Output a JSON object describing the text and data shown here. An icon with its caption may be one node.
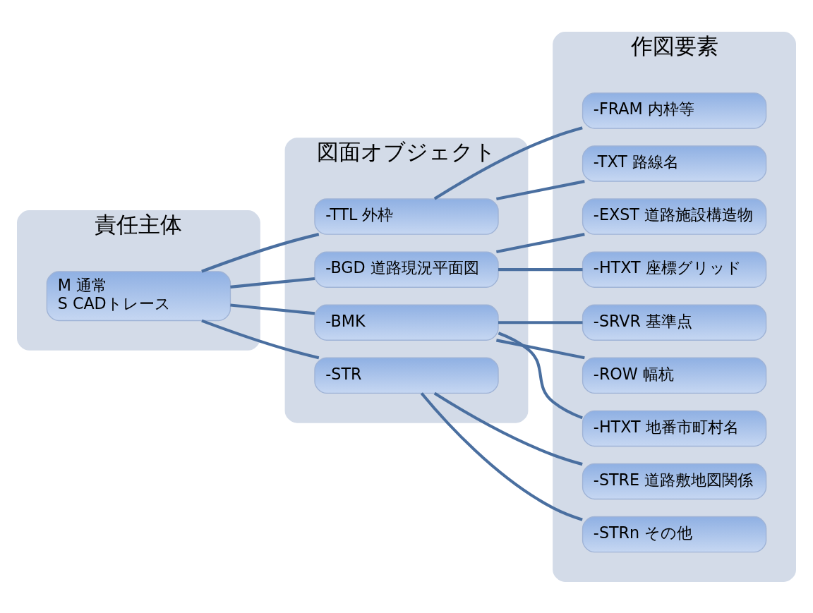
{
  "diagram": {
    "nodes": [
      {
        "text": [
          "責任主体"
        ]
      },
      {
        "text": [
          "M 通常",
          "S CADトレース"
        ],
        "in": 0
      },
      {
        "text": [
          "図面オブジェクト"
        ]
      },
      {
        "text": [
          "-TTL 外枠"
        ],
        "in": 2
      },
      {
        "text": [
          "-BGD 道路現況平面図"
        ],
        "in": 2
      },
      {
        "text": [
          "-BMK"
        ],
        "in": 2
      },
      {
        "text": [
          "-STR"
        ],
        "in": 2
      },
      {
        "text": [
          "作図要素"
        ]
      },
      {
        "text": [
          "-FRAM 内枠等"
        ],
        "in": 7
      },
      {
        "text": [
          "-TXT 路線名"
        ],
        "in": 7
      },
      {
        "text": [
          "-EXST 道路施設構造物"
        ],
        "in": 7
      },
      {
        "text": [
          "-HTXT 座標グリッド"
        ],
        "in": 7
      },
      {
        "text": [
          "-SRVR 基準点"
        ],
        "in": 7
      },
      {
        "text": [
          "-ROW 幅杭"
        ],
        "in": 7
      },
      {
        "text": [
          "-HTXT 地番市町村名"
        ],
        "in": 7
      },
      {
        "text": [
          "-STRE 道路敷地図関係"
        ],
        "in": 7
      },
      {
        "text": [
          "-STRn その他"
        ],
        "in": 7
      }
    ],
    "edges": [
      {
        "from": 1,
        "to": 3,
        "arrow": "none"
      },
      {
        "from": 1,
        "to": 4,
        "arrow": "none"
      },
      {
        "from": 1,
        "to": 5,
        "arrow": "none"
      },
      {
        "from": 1,
        "to": 6,
        "arrow": "none"
      },
      {
        "from": 3,
        "to": 8,
        "arrow": "none"
      },
      {
        "from": 3,
        "to": 9,
        "arrow": "none"
      },
      {
        "from": 4,
        "to": 10,
        "arrow": "none"
      },
      {
        "from": 4,
        "to": 11,
        "arrow": "none"
      },
      {
        "from": 5,
        "to": 12,
        "arrow": "none"
      },
      {
        "from": 5,
        "to": 13,
        "arrow": "none"
      },
      {
        "from": 5,
        "to": 14,
        "arrow": "none"
      },
      {
        "from": 6,
        "to": 15,
        "arrow": "none"
      },
      {
        "from": 6,
        "to": 16,
        "arrow": "none"
      }
    ]
  }
}
